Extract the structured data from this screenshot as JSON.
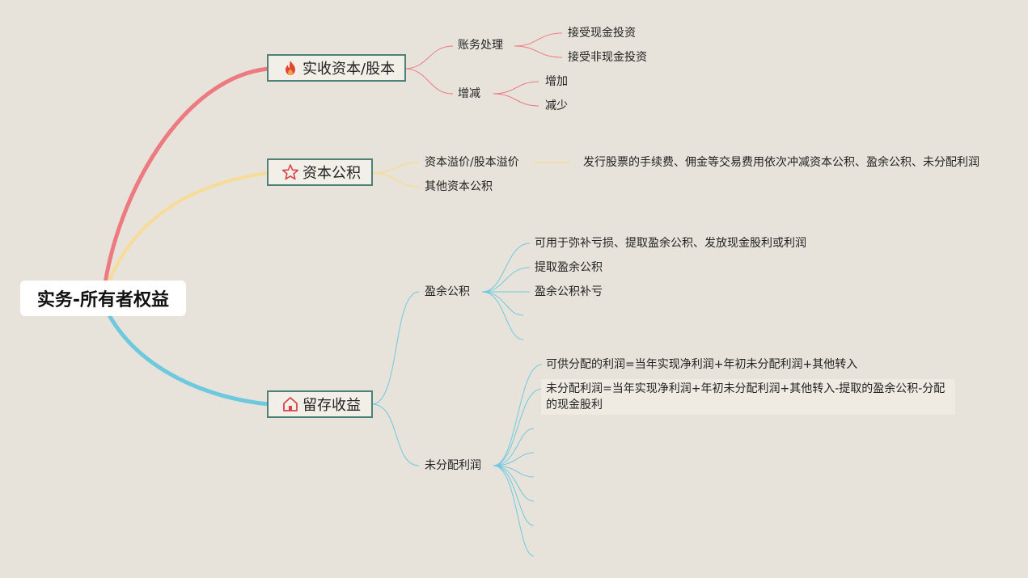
{
  "root": {
    "label": "实务-所有者权益"
  },
  "colors": {
    "red": "#ec7a80",
    "yellow": "#f6dc96",
    "blue": "#6ec9df",
    "node_border": "#4f7f79"
  },
  "branches": [
    {
      "label": "实收资本/股本",
      "icon": "fire-icon",
      "children": [
        {
          "label": "账务处理",
          "children": [
            "接受现金投资",
            "接受非现金投资"
          ]
        },
        {
          "label": "增减",
          "children": [
            "增加",
            "减少"
          ]
        }
      ]
    },
    {
      "label": "资本公积",
      "icon": "star-icon",
      "children": [
        {
          "label": "资本溢价/股本溢价",
          "children": [
            "发行股票的手续费、佣金等交易费用依次冲减资本公积、盈余公积、未分配利润"
          ]
        },
        {
          "label": "其他资本公积",
          "children": []
        }
      ]
    },
    {
      "label": "留存收益",
      "icon": "home-icon",
      "children": [
        {
          "label": "盈余公积",
          "children": [
            "可用于弥补亏损、提取盈余公积、发放现金股利或利润",
            "提取盈余公积",
            "盈余公积补亏",
            "",
            ""
          ]
        },
        {
          "label": "未分配利润",
          "children": [
            "可供分配的利润=当年实现净利润+年初未分配利润+其他转入",
            "未分配利润=当年实现净利润+年初未分配利润+其他转入-提取的盈余公积-分配的现金股利",
            "",
            "",
            "",
            "",
            "",
            ""
          ]
        }
      ]
    }
  ]
}
